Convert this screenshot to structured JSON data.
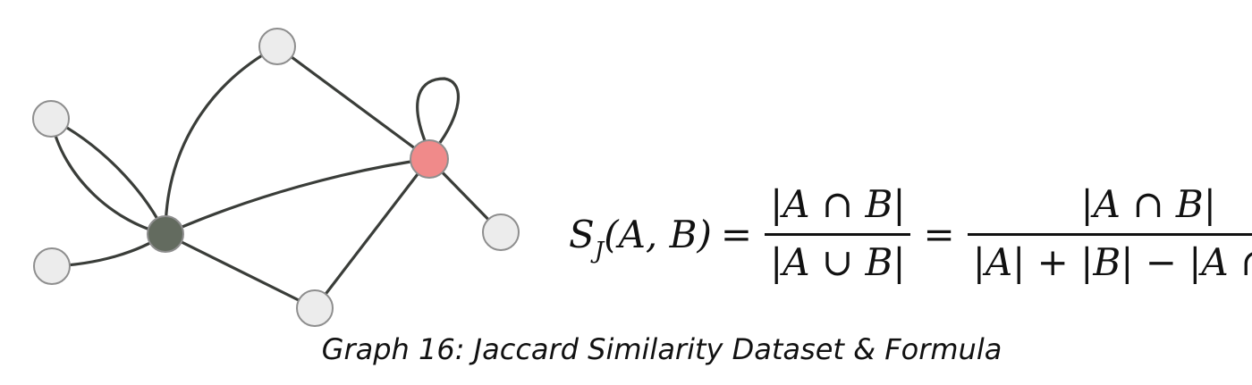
{
  "graph": {
    "node_colors": {
      "default": "#ececec",
      "hub": "#636b5f",
      "highlight": "#f08a8a"
    },
    "edge_color": "#3a3d39"
  },
  "formula": {
    "lhs": "S",
    "lhs_subscript": "J",
    "lhs_args": "(A, B)",
    "equals": "=",
    "frac1_numerator": "|A ∩ B|",
    "frac1_denominator": "|A ∪ B|",
    "frac2_numerator": "|A ∩ B|",
    "frac2_denominator": "|A| + |B| − |A ∩ B|"
  },
  "caption": "Graph 16: Jaccard Similarity Dataset & Formula"
}
